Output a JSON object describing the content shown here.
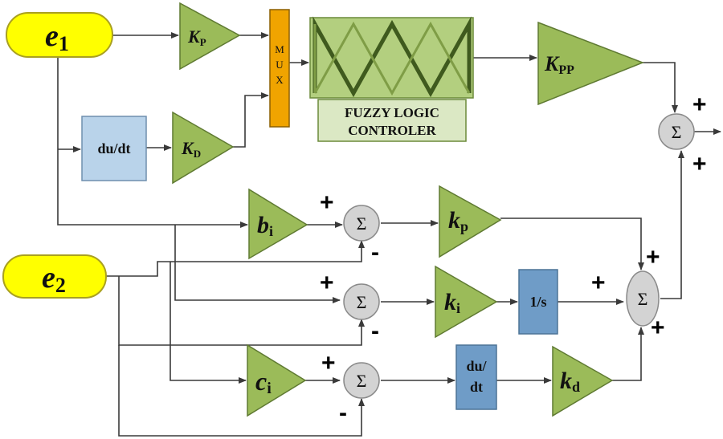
{
  "inputs": {
    "e1": {
      "base": "e",
      "sub": "1"
    },
    "e2": {
      "base": "e",
      "sub": "2"
    }
  },
  "gains": {
    "KP": {
      "base": "K",
      "sub": "P"
    },
    "KD": {
      "base": "K",
      "sub": "D"
    },
    "KPP": {
      "base": "K",
      "sub": "PP"
    },
    "bi": {
      "base": "b",
      "sub": "i"
    },
    "kp": {
      "base": "k",
      "sub": "p"
    },
    "ki": {
      "base": "k",
      "sub": "i"
    },
    "ci": {
      "base": "c",
      "sub": "i"
    },
    "kd": {
      "base": "k",
      "sub": "d"
    }
  },
  "blocks": {
    "du_dt_top": "du/dt",
    "du_dt_bottom_l1": "du/",
    "du_dt_bottom_l2": "dt",
    "integrator": "1/s"
  },
  "mux": {
    "letters": [
      "M",
      "U",
      "X"
    ]
  },
  "fuzzy": {
    "label_l1": "FUZZY LOGIC",
    "label_l2": "CONTROLER"
  },
  "sum_symbol": "Σ",
  "signs": {
    "plus": "+",
    "minus": "-"
  },
  "colors": {
    "gain": "#9bbb59",
    "input_terminal": "#ffff00",
    "mux": "#f0a400",
    "block_light": "#b9d3ea",
    "block_dark": "#6f9cc7",
    "sum_junction": "#d3d3d3"
  }
}
